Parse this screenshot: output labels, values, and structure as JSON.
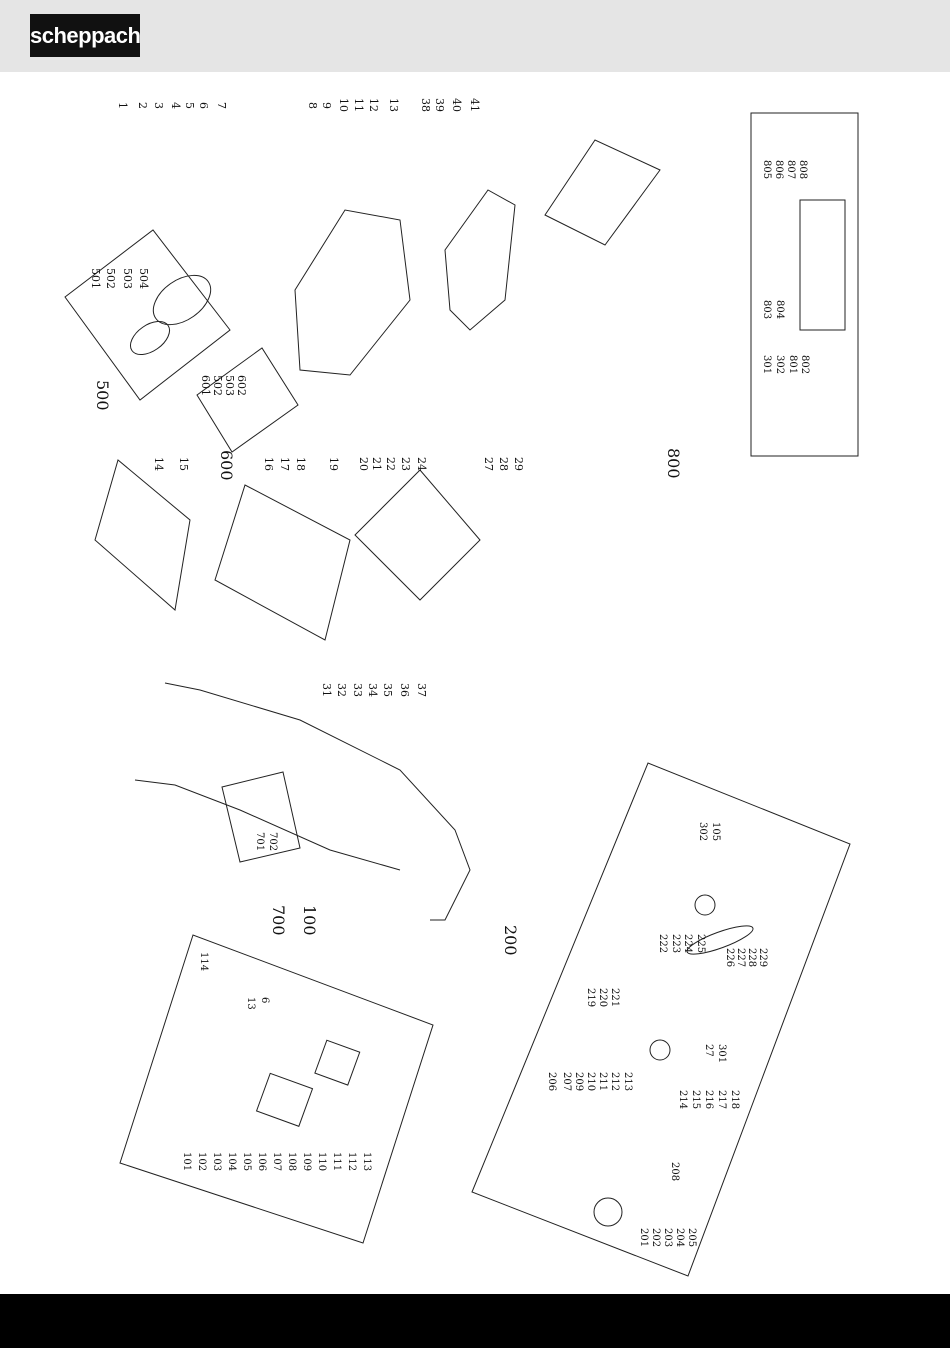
{
  "header": {
    "brand": "scheppach"
  },
  "groups": {
    "g500": "500",
    "g600": "600",
    "g800": "800",
    "g700": "700",
    "g100": "100",
    "g200": "200"
  },
  "top_callouts": [
    "1",
    "2",
    "3",
    "4",
    "5",
    "6",
    "7",
    "8",
    "9",
    "10",
    "11",
    "12",
    "13",
    "38",
    "39",
    "40",
    "41"
  ],
  "bottom_callouts_left": [
    "16",
    "17",
    "18",
    "19",
    "20",
    "21",
    "22",
    "23",
    "24",
    "27",
    "28",
    "29"
  ],
  "left_callouts": [
    "14",
    "15"
  ],
  "wheel_500": [
    "504",
    "503",
    "502",
    "501"
  ],
  "wheel_600": [
    "602",
    "503",
    "502",
    "601"
  ],
  "box_800_top": [
    "808",
    "807",
    "806",
    "805"
  ],
  "box_800_mid": [
    "804",
    "803"
  ],
  "box_800_bottom": [
    "802",
    "801",
    "302",
    "301"
  ],
  "handle_callouts": [
    "31",
    "32",
    "33",
    "34",
    "35",
    "36",
    "37"
  ],
  "box_700": [
    "702",
    "701"
  ],
  "box_100": [
    "101",
    "102",
    "103",
    "104",
    "105",
    "106",
    "107",
    "108",
    "109",
    "110",
    "111",
    "112",
    "113"
  ],
  "box_100_top": [
    "114",
    "13",
    "6"
  ],
  "box_200_top": [
    "105",
    "302"
  ],
  "box_200_a": [
    "229",
    "228",
    "227",
    "226"
  ],
  "box_200_b": [
    "225",
    "224",
    "223",
    "222"
  ],
  "box_200_c": [
    "221",
    "220",
    "219"
  ],
  "box_200_d": [
    "27",
    "301"
  ],
  "box_200_e": [
    "213",
    "212",
    "211",
    "210",
    "209",
    "207",
    "206"
  ],
  "box_200_f": [
    "214",
    "215",
    "216",
    "217",
    "218"
  ],
  "box_200_g": [
    "208"
  ],
  "box_200_h": [
    "205",
    "204",
    "203",
    "202",
    "201"
  ]
}
